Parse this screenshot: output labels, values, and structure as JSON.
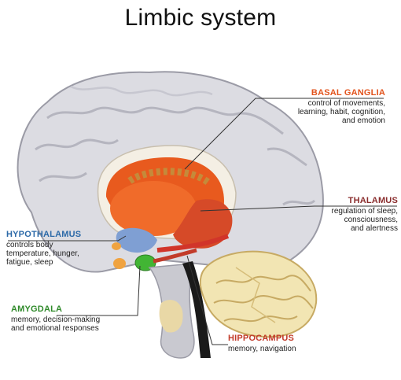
{
  "title": "Limbic system",
  "labels": {
    "basal_ganglia": {
      "name": "BASAL GANGLIA",
      "description": "control of movements,\nlearning, habit, cognition,\nand emotion"
    },
    "thalamus": {
      "name": "THALAMUS",
      "description": "regulation of sleep,\nconsciousness,\nand alertness"
    },
    "hypothalamus": {
      "name": "HYPOTHALAMUS",
      "description": "controls body\ntemperature, hunger,\nfatigue, sleep"
    },
    "amygdala": {
      "name": "AMYGDALA",
      "description": "memory, decision-making\nand emotional responses"
    },
    "hippocampus": {
      "name": "HIPPOCAMPUS",
      "description": "memory, navigation"
    }
  },
  "colors": {
    "basal_ganglia": "#e2531c",
    "thalamus": "#8a2d2d",
    "hypothalamus": "#2d6aa8",
    "amygdala": "#2f8a2a",
    "hippocampus": "#c23b2a",
    "cortex": "#d9d9de",
    "cerebellum": "#f2e5b3"
  }
}
